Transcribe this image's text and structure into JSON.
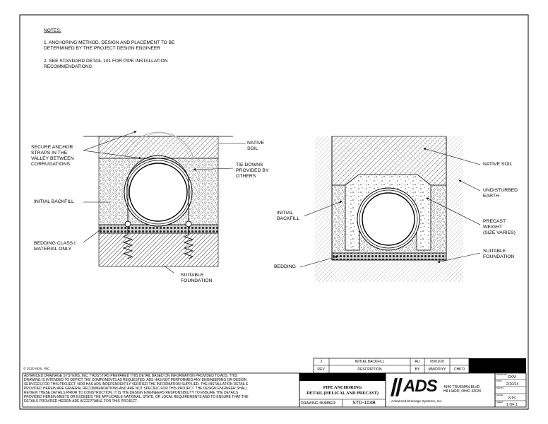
{
  "notes": {
    "title": "NOTES:",
    "items": [
      [
        "1. ANCHORING METHOD, DESIGN AND PLACEMENT TO BE",
        "DETERMINED BY THE PROJECT DESIGN ENGINEER"
      ],
      [
        "2. SEE STANDARD DETAIL 101 FOR PIPE INSTALLATION",
        "RECOMMENDATIONS"
      ]
    ]
  },
  "helical": {
    "labels": {
      "native_soil": [
        "NATIVE",
        "SOIL"
      ],
      "secure_anchor": [
        "SECURE ANCHOR",
        "STRAPS IN THE",
        "VALLEY BETWEEN",
        "CORRUGATIONS"
      ],
      "tie_downs": [
        "TIE DOWNS",
        "PROVIDED BY",
        "OTHERS"
      ],
      "initial_backfill": "INITIAL BACKFILL",
      "bedding": [
        "BEDDING CLASS I",
        "MATERIAL ONLY"
      ],
      "foundation": [
        "SUITABLE",
        "FOUNDATION"
      ]
    }
  },
  "precast": {
    "labels": {
      "native_soil": "NATIVE SOIL",
      "undisturbed": [
        "UNDISTURBED",
        "EARTH"
      ],
      "initial_backfill": [
        "INITIAL",
        "BACKFILL"
      ],
      "precast_weight": [
        "PRECAST",
        "WEIGHT",
        "(SIZE VARIES)"
      ],
      "foundation": [
        "SUITABLE",
        "FOUNDATION"
      ],
      "bedding": "BEDDING"
    }
  },
  "copyright": "© 2020 ADS, INC.",
  "disclaimer": [
    "ADVANCED DRAINAGE SYSTEMS, INC. (\"ADS\") HAS PREPARED THIS DETAIL BASED ON INFORMATION PROVIDED TO ADS.  THIS",
    "DRAWING IS INTENDED TO DEPICT THE COMPONENTS AS REQUESTED.  ADS HAS NOT PERFORMED ANY ENGINEERING OR DESIGN",
    "SERVICES FOR THIS PROJECT, NOR HAS ADS INDEPENDENTLY VERIFIED THE INFORMATION SUPPLIED.  THE INSTALLATION DETAILS",
    "PROVIDED HEREIN ARE GENERAL RECOMMENDATIONS AND ARE NOT SPECIFIC FOR THIS PROJECT.  THE DESIGN ENGINEER SHALL",
    "REVIEW THESE DETAILS PRIOR TO CONSTRUCTION.  IT IS THE DESIGN ENGINEERS RESPONSIBILITY TO ENSURE THE DETAILS",
    "PROVIDED HEREIN MEETS OR EXCEEDS THE APPLICABLE NATIONAL, STATE, OR LOCAL REQUIREMENTS AND TO ENSURE THAT THE",
    "DETAILS PROVIDED HEREIN ARE ACCEPTABLE FOR THIS PROJECT."
  ],
  "revision": {
    "row": {
      "rev": "2",
      "description": "INITIAL BACKFILL",
      "by": "ALI",
      "date": "05/01/20"
    },
    "headers": {
      "rev": "REV.",
      "description": "DESCRIPTION",
      "by": "BY",
      "date": "MM/DD/YY",
      "chkd": "CHK'D"
    }
  },
  "title_block": {
    "title": [
      "PIPE ANCHORING",
      "DETAIL (HELICAL AND PRECAST)"
    ],
    "drawing_number_label": "DRAWING NUMBER:",
    "drawing_number": "STD-104B",
    "company": "Advanced Drainage Systems, Inc.",
    "logo": "ADS",
    "address": [
      "4640 TRUEMAN BLVD",
      "HILLIARD, OHIO 43026"
    ],
    "side": {
      "drawn_by_label": "DRAWN BY:",
      "drawn_by": "CKM",
      "date_label": "DATE:",
      "date": "2/10/14",
      "rev_by_label": "REV BY:",
      "rev_by": "",
      "scale_label": "SCALE:",
      "scale": "NTS",
      "sheet_label": "SHEET:",
      "sheet": "1 OF 1"
    }
  }
}
